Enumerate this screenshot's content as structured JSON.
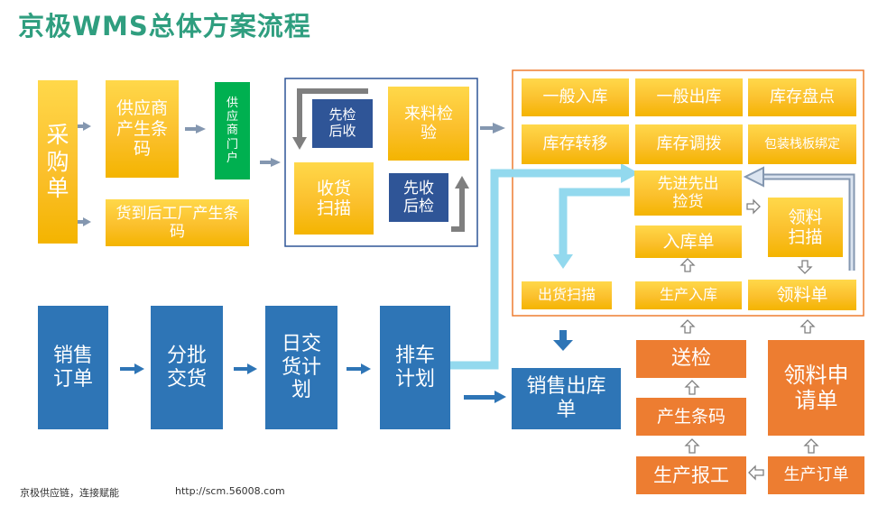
{
  "title": "京极WMS总体方案流程",
  "footer": {
    "tagline": "京极供应链，连接赋能",
    "url": "http://scm.56008.com"
  },
  "purchase": {
    "order": "采购单",
    "supplier_barcode": "供应商产生条码",
    "supplier_portal": "供应商门户",
    "factory_barcode": "货到后工厂产生条码"
  },
  "receiving": {
    "inspect_first": "先检后收",
    "material_inspection": "来料检验",
    "receive_scan": "收货扫描",
    "receive_first": "先收后检"
  },
  "warehouse": {
    "general_inbound": "一般入库",
    "general_outbound": "一般出库",
    "stock_count": "库存盘点",
    "stock_transfer": "库存转移",
    "stock_allocation": "库存调拨",
    "pallet_binding": "包装栈板绑定",
    "fifo_picking": "先进先出捡货",
    "inbound_order": "入库单",
    "material_scan": "领料扫描",
    "shipping_scan": "出货扫描",
    "production_inbound": "生产入库",
    "material_order": "领料单"
  },
  "sales": {
    "sales_order": "销售订单",
    "batch_delivery": "分批交货",
    "daily_delivery_plan": "日交货计划",
    "dispatch_plan": "排车计划",
    "sales_outbound": "销售出库单"
  },
  "production": {
    "send_inspection": "送检",
    "generate_barcode": "产生条码",
    "production_report": "生产报工",
    "material_request": "领料申请单",
    "production_order": "生产订单"
  },
  "colors": {
    "yellow": "#fbc02d",
    "blue": "#2e75b6",
    "dark_blue": "#2f5597",
    "green": "#00b050",
    "orange": "#ed7d31",
    "title": "#2f9e7f",
    "cyan_flow": "#93d9ee",
    "grey_arrow": "#8497b0"
  }
}
